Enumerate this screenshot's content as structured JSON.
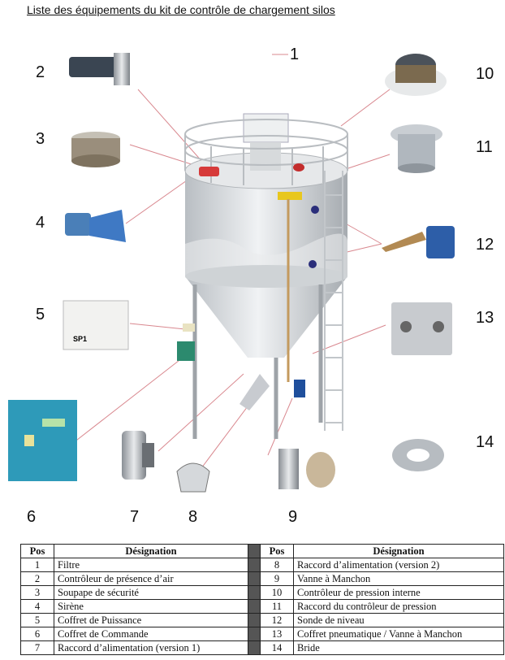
{
  "title": "Liste des équipements du kit de contrôle de chargement silos",
  "callouts": [
    "1",
    "2",
    "3",
    "4",
    "5",
    "6",
    "7",
    "8",
    "9",
    "10",
    "11",
    "12",
    "13",
    "14"
  ],
  "table": {
    "headers": {
      "pos": "Pos",
      "designation": "Désignation"
    },
    "left": [
      {
        "pos": "1",
        "name": "Filtre"
      },
      {
        "pos": "2",
        "name": "Contrôleur de présence d’air"
      },
      {
        "pos": "3",
        "name": "Soupape de sécurité"
      },
      {
        "pos": "4",
        "name": "Sirène"
      },
      {
        "pos": "5",
        "name": "Coffret de Puissance"
      },
      {
        "pos": "6",
        "name": "Coffret de Commande"
      },
      {
        "pos": "7",
        "name": "Raccord d’alimentation (version 1)"
      }
    ],
    "right": [
      {
        "pos": "8",
        "name": "Raccord d’alimentation (version 2)"
      },
      {
        "pos": "9",
        "name": "Vanne à Manchon"
      },
      {
        "pos": "10",
        "name": "Contrôleur de pression interne"
      },
      {
        "pos": "11",
        "name": "Raccord du contrôleur de pression"
      },
      {
        "pos": "12",
        "name": "Sonde de niveau"
      },
      {
        "pos": "13",
        "name": "Coffret pneumatique / Vanne à Manchon"
      },
      {
        "pos": "14",
        "name": "Bride"
      }
    ]
  },
  "box_label": "SP1",
  "colors": {
    "silo": "#d9dcdf",
    "accent": "#e0a9ac",
    "line": "#d27f86",
    "blue": "#2b5fa8",
    "teal": "#2a8fa8"
  }
}
